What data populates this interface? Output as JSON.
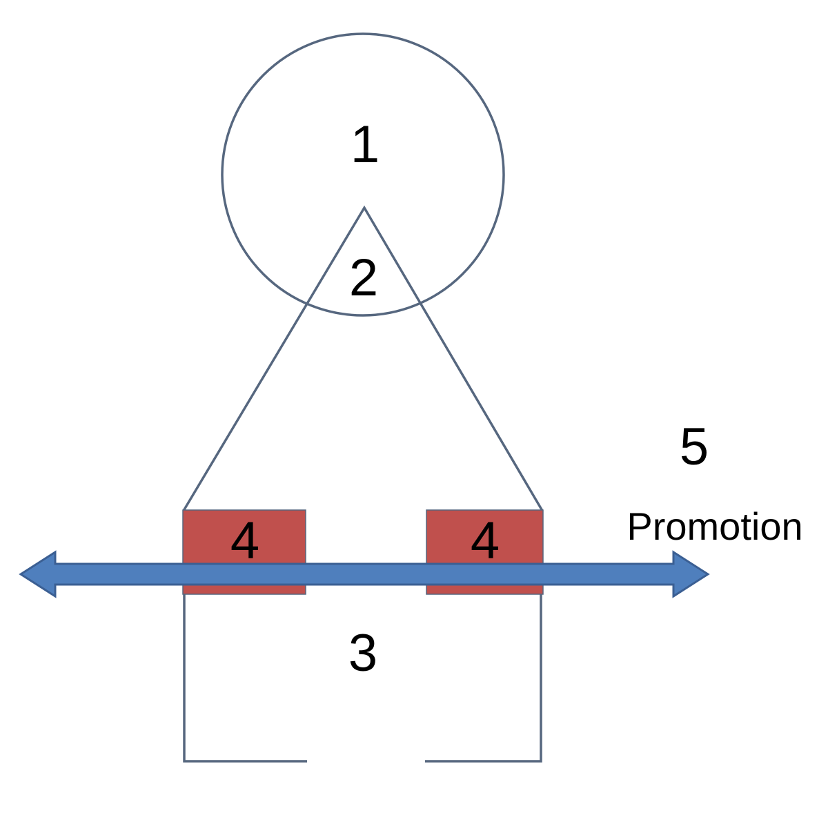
{
  "labels": {
    "circle": "1",
    "triangle": "2",
    "bracket": "3",
    "block_left": "4",
    "block_right": "4",
    "arrow_number": "5",
    "arrow_word": "Promotion"
  },
  "colors": {
    "outline": "#56677f",
    "block_fill": "#c0504d",
    "arrow_fill": "#4f7fbd",
    "arrow_stroke": "#3b5f93",
    "text": "#000000",
    "background": "#ffffff"
  }
}
